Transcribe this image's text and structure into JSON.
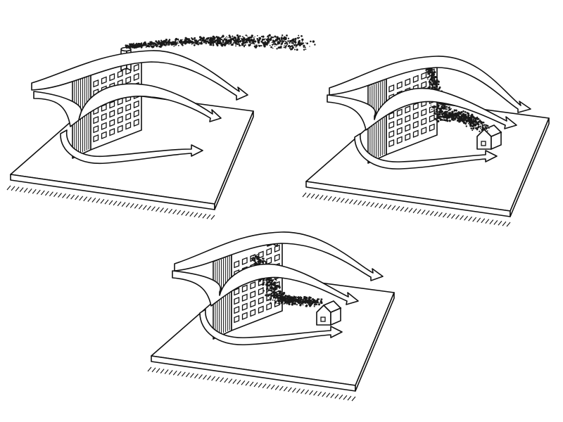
{
  "figure": {
    "panels": [
      {
        "id": "panel-1",
        "chimney_height": "tall",
        "smoke": "above-building",
        "house": false
      },
      {
        "id": "panel-2",
        "chimney_height": "medium",
        "smoke": "downwash-to-house",
        "house": true
      },
      {
        "id": "panel-3",
        "chimney_height": "low",
        "smoke": "downwash-to-house",
        "house": true
      }
    ],
    "colors": {
      "ink": "#111111",
      "paper": "#ffffff"
    }
  }
}
